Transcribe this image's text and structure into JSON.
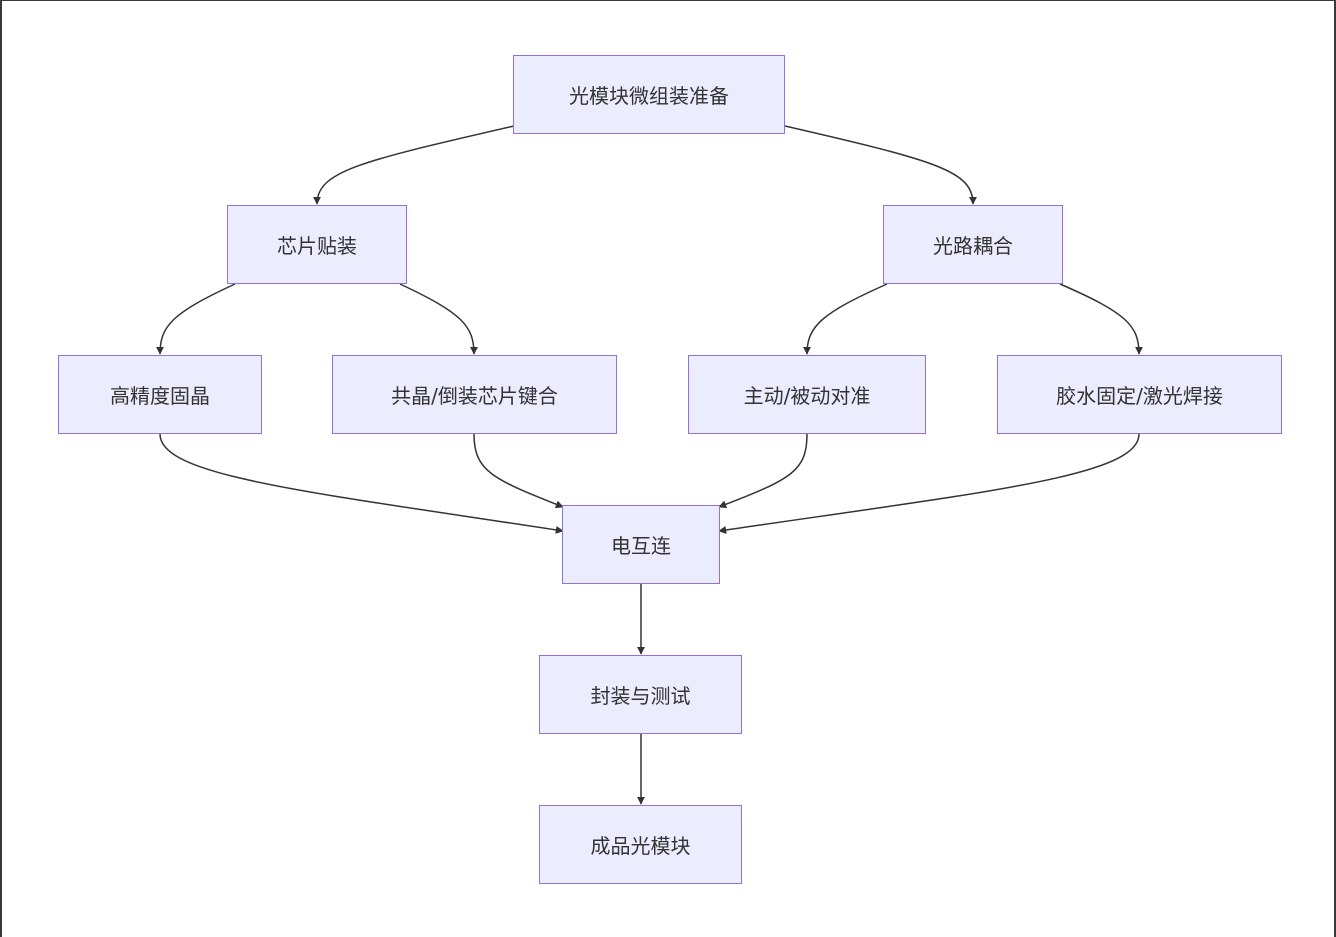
{
  "diagram": {
    "nodes": {
      "prep": "光模块微组装准备",
      "chip_mount": "芯片贴装",
      "optical_coupling": "光路耦合",
      "die_bond": "高精度固晶",
      "eutectic_flip": "共晶/倒装芯片键合",
      "alignment": "主动/被动对准",
      "fixing": "胶水固定/激光焊接",
      "interconnect": "电互连",
      "package_test": "封装与测试",
      "product": "成品光模块"
    },
    "edges": [
      {
        "from": "prep",
        "to": "chip_mount"
      },
      {
        "from": "prep",
        "to": "optical_coupling"
      },
      {
        "from": "chip_mount",
        "to": "die_bond"
      },
      {
        "from": "chip_mount",
        "to": "eutectic_flip"
      },
      {
        "from": "optical_coupling",
        "to": "alignment"
      },
      {
        "from": "optical_coupling",
        "to": "fixing"
      },
      {
        "from": "die_bond",
        "to": "interconnect"
      },
      {
        "from": "eutectic_flip",
        "to": "interconnect"
      },
      {
        "from": "alignment",
        "to": "interconnect"
      },
      {
        "from": "fixing",
        "to": "interconnect"
      },
      {
        "from": "interconnect",
        "to": "package_test"
      },
      {
        "from": "package_test",
        "to": "product"
      }
    ],
    "colors": {
      "node_fill": "#ececff",
      "node_border": "#9370db",
      "edge": "#333333",
      "text": "#333333"
    }
  }
}
